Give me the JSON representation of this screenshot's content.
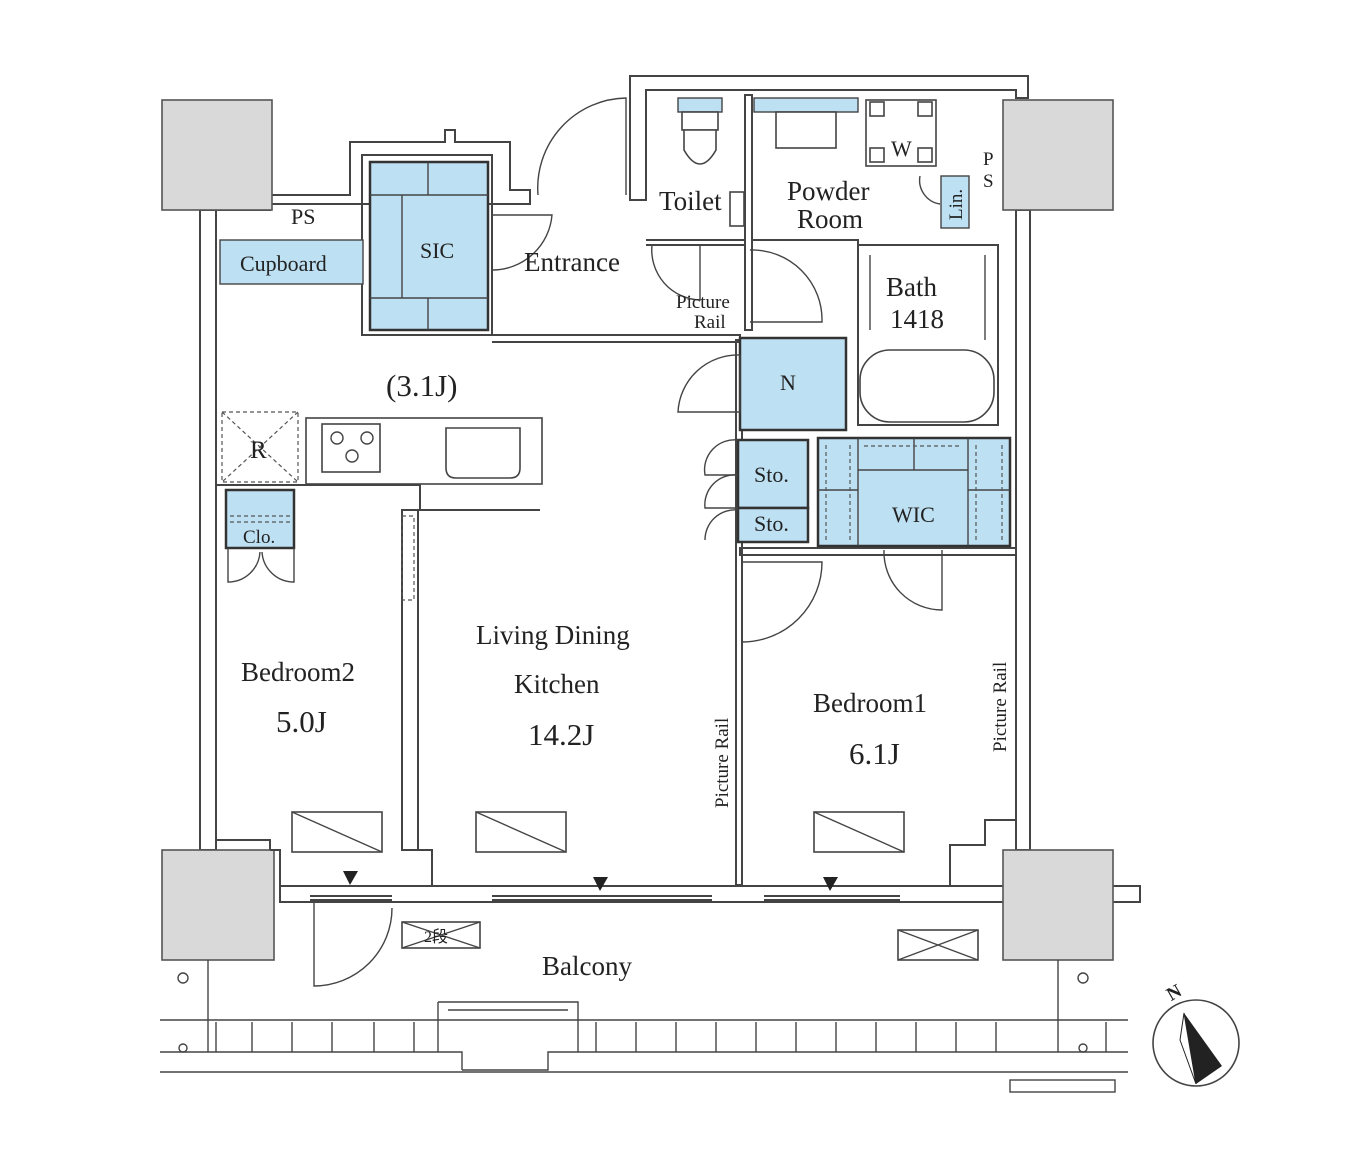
{
  "rooms": {
    "ps_left": "PS",
    "cupboard": "Cupboard",
    "sic": "SIC",
    "entrance": "Entrance",
    "toilet": "Toilet",
    "powder_room_line1": "Powder",
    "powder_room_line2": "Room",
    "washer": "W",
    "linen": "Lin.",
    "ps_right_top": "P",
    "ps_right_bottom": "S",
    "bath_name": "Bath",
    "bath_size": "1418",
    "picture_rail_entrance_1": "Picture",
    "picture_rail_entrance_2": "Rail",
    "kitchen_area": "(3.1J)",
    "pantry": "N",
    "refrigerator": "R",
    "storage_upper": "Sto.",
    "storage_lower": "Sto.",
    "wic": "WIC",
    "closet": "Clo.",
    "ldk_line1": "Living Dining",
    "ldk_line2": "Kitchen",
    "ldk_size": "14.2J",
    "bedroom2_name": "Bedroom2",
    "bedroom2_size": "5.0J",
    "bedroom1_name": "Bedroom1",
    "bedroom1_size": "6.1J",
    "picture_rail_ldk": "Picture Rail",
    "picture_rail_bedroom1": "Picture Rail",
    "step": "2段",
    "balcony": "Balcony",
    "north": "N"
  }
}
